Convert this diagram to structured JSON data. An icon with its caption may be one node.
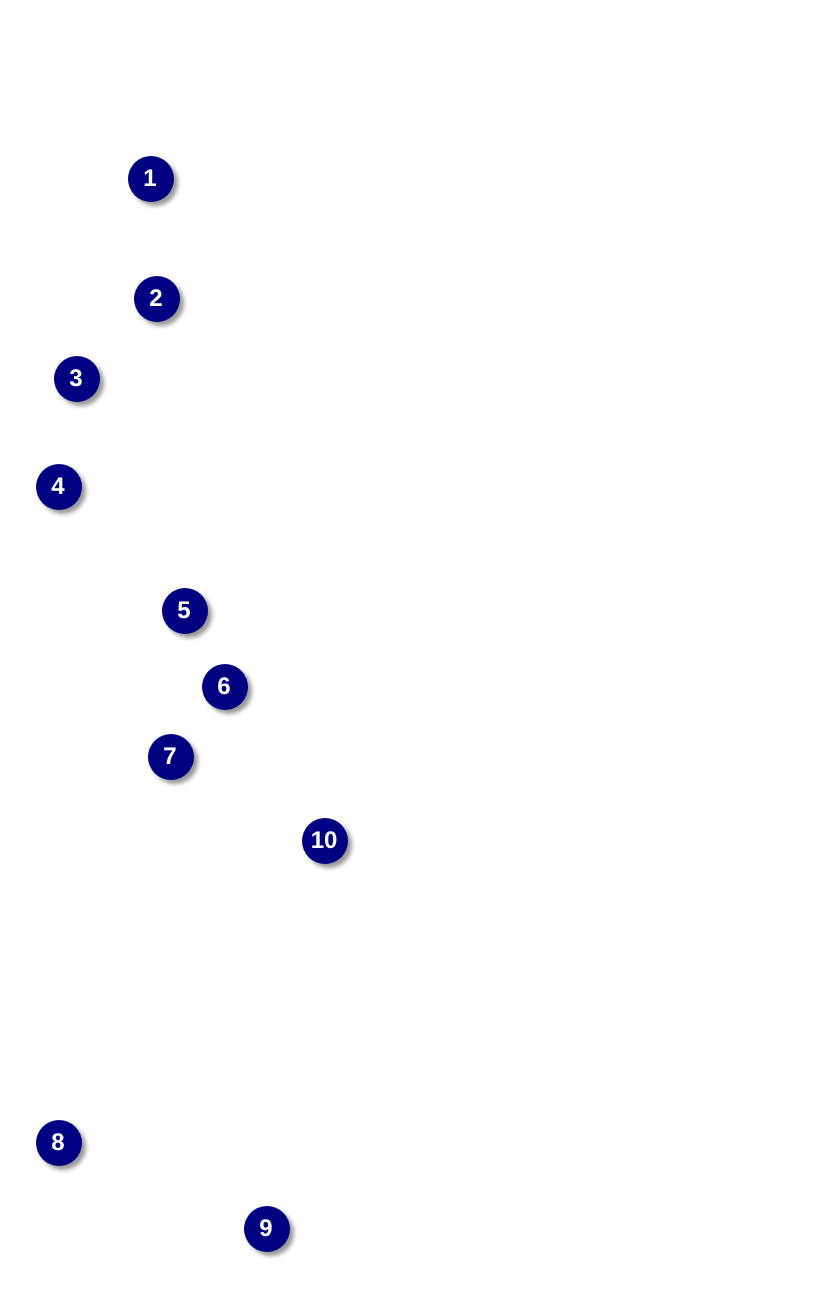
{
  "diagram": {
    "labels": [
      "1",
      "2",
      "3",
      "4",
      "5",
      "6",
      "7",
      "10",
      "8",
      "9"
    ]
  }
}
